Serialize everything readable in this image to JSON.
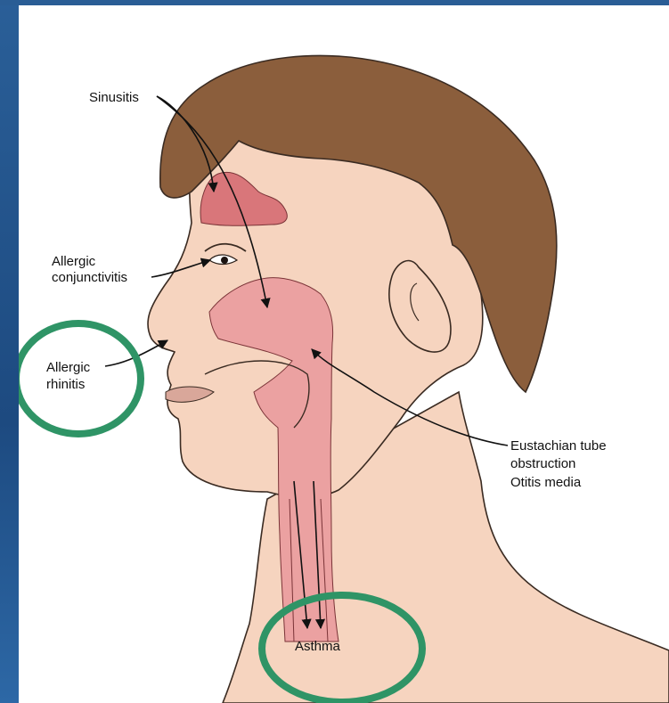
{
  "labels": {
    "sinusitis": "Sinusitis",
    "allergic_conjunctivitis_line1": "Allergic",
    "allergic_conjunctivitis_line2": "conjunctivitis",
    "allergic_rhinitis_line1": "Allergic",
    "allergic_rhinitis_line2": "rhinitis",
    "eustachian_line1": "Eustachian tube",
    "eustachian_line2": "obstruction",
    "eustachian_line3": "Otitis media",
    "asthma": "Asthma"
  },
  "colors": {
    "frame_blue": "#1f4f86",
    "skin": "#f6d4bf",
    "skin_shadow": "#eab9a1",
    "hair": "#8b5e3c",
    "airway_pink": "#eba1a1",
    "sinus_red": "#d9767a",
    "highlight_circle": "#2f9466",
    "ink": "#111111"
  }
}
